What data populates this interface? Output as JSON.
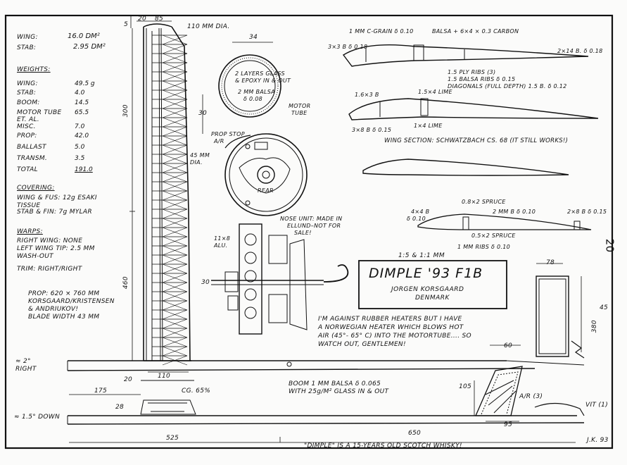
{
  "specs": {
    "wing_label": "WING:",
    "wing_value": "16.0 DM²",
    "stab_label": "STAB:",
    "stab_value": "2.95 DM²"
  },
  "weights": {
    "heading": "WEIGHTS:",
    "rows": [
      {
        "label": "WING:",
        "value": "49.5 g"
      },
      {
        "label": "STAB:",
        "value": "4.0"
      },
      {
        "label": "BOOM:",
        "value": "14.5"
      },
      {
        "label": "MOTOR TUBE\nET. AL.",
        "value": "65.5"
      },
      {
        "label": "MISC.",
        "value": "7.0"
      },
      {
        "label": "PROP:",
        "value": "42.0"
      },
      {
        "label": "BALLAST",
        "value": "5.0"
      },
      {
        "label": "TRANSM.",
        "value": "3.5"
      },
      {
        "label": "TOTAL",
        "value": "191.0"
      }
    ]
  },
  "covering": {
    "heading": "COVERING:",
    "line1": "WING & FUS: 12g ESAKI",
    "line2": "TISSUE",
    "line3": "STAB & FIN: 7g MYLAR"
  },
  "warps": {
    "heading": "WARPS:",
    "line1": "RIGHT WING: NONE",
    "line2": "LEFT WING TIP: 2.5 MM",
    "line3": "WASH-OUT",
    "trim": "TRIM: RIGHT/RIGHT"
  },
  "prop": {
    "line1": "PROP: 620 × 760 MM",
    "line2": "KORSGAARD/KRISTENSEN",
    "line3": "& ANDRIUKOV!",
    "line4": "BLADE WIDTH 43 MM"
  },
  "left_annotations": {
    "right_angle": "≈ 2°",
    "right": "RIGHT",
    "down_angle": "≈ 1.5° DOWN"
  },
  "dimensions": {
    "top_20": "20",
    "top_85": "85",
    "tip_5": "5",
    "d300": "300",
    "d460": "460",
    "d20": "20",
    "d110": "110",
    "d175": "175",
    "d28": "28",
    "d525": "525",
    "d650": "650",
    "d34": "34",
    "d30": "30",
    "d30b": "30",
    "d105": "105",
    "d95": "95",
    "d60": "60",
    "d78": "78",
    "d45": "45",
    "d380": "380"
  },
  "notes": {
    "mm_110": "110 MM DIA.",
    "layers": "2 LAYERS GLASS",
    "epoxy": "& EPOXY IN & OUT",
    "balsa2": "2 MM BALSA",
    "balsa2b": "δ 0.08",
    "motor_tube": "MOTOR",
    "motor_tube2": "TUBE",
    "prop_stop": "PROP STOP",
    "prop_stop2": "A/R",
    "mm45": "45 MM",
    "dia": "DIA.",
    "rear": "REAR",
    "nose_unit1": "NOSE UNIT: MADE IN",
    "nose_unit2": "ELLUND–NOT FOR",
    "nose_unit3": "SALE!",
    "m11": "11×8",
    "alu": "ALU.",
    "cg": "CG. 65%",
    "boom1": "BOOM 1 MM BALSA δ 0.065",
    "boom2": "WITH 25g/M² GLASS IN & OUT",
    "ar3": "A/R (3)",
    "vit": "VIT (1)",
    "whisky": "\"DIMPLE\" IS A 15-YEARS OLD SCOTCH WHISKY!",
    "signature": "J.K. 93",
    "page_no": "20"
  },
  "wing_notes": {
    "cgrain": "1 MM C-GRAIN δ 0.10",
    "balsa_carbon": "BALSA + 6×4 × 0.3 CARBON",
    "lead": "3×3 B δ 0.18",
    "trail": "2×14 B. δ 0.18",
    "ply": "1.5 PLY RIBS (3)",
    "ribs": "1.5 BALSA RIBS δ 0.15",
    "diag": "DIAGONALS (FULL DEPTH) 1.5 B. δ 0.12",
    "b163": "1.6×3 B",
    "lime1": "1.5×4 LIME",
    "b318": "3×8 B δ 0.15",
    "lime2": "1×4 LIME",
    "section": "WING SECTION: SCHWATZBACH CS. 68 (IT STILL WORKS!)",
    "spruce1": "0.8×2 SPRUCE",
    "b448": "4×4 B",
    "b010": "δ 0.10",
    "b2mm": "2 MM B δ 0.10",
    "b28": "2×8 B δ 0.15",
    "spruce2": "0.5×2 SPRUCE",
    "ribs_mm": "1 MM RIBS δ 0.10"
  },
  "title_block": {
    "scale": "1:5 & 1:1    MM",
    "title": "DIMPLE '93 F1B",
    "name": "JORGEN KORSGAARD",
    "country": "DENMARK"
  },
  "heater_note": {
    "l1": "I'M AGAINST RUBBER HEATERS BUT I HAVE",
    "l2": "A NORWEGIAN HEATER WHICH BLOWS HOT",
    "l3": "AIR (45°- 65° C) INTO THE MOTORTUBE.... SO",
    "l4": "WATCH OUT, GENTLEMEN!"
  }
}
